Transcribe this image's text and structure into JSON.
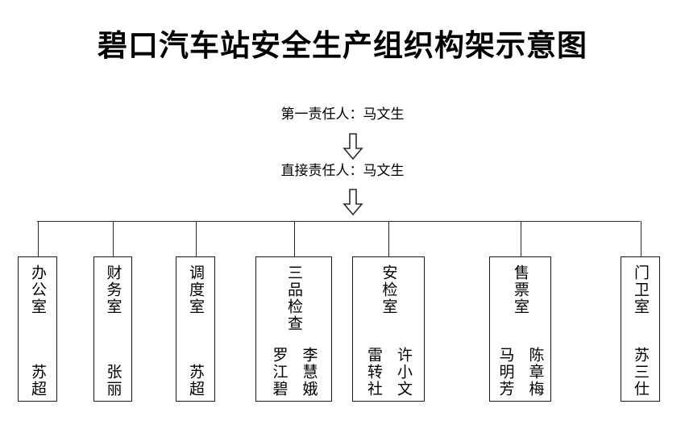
{
  "title": "碧口汽车站安全生产组织构架示意图",
  "responsibility": {
    "primary": "第一责任人：马文生",
    "direct": "直接责任人：马文生",
    "arrow_1": "down-arrow",
    "arrow_2": "down-arrow"
  },
  "departments": [
    {
      "name": "办公室",
      "names": [
        "苏超"
      ]
    },
    {
      "name": "财务室",
      "names": [
        "张丽"
      ]
    },
    {
      "name": "调度室",
      "names": [
        "苏超"
      ]
    },
    {
      "name": "三品检查",
      "names": [
        "李慧娥",
        "罗江碧"
      ]
    },
    {
      "name": "安检室",
      "names": [
        "许小文",
        "雷转社"
      ]
    },
    {
      "name": "售票室",
      "names": [
        "陈章梅",
        "马明芳"
      ]
    },
    {
      "name": "门卫室",
      "names": [
        "苏三仕"
      ]
    }
  ],
  "colors": {
    "line": "#2b2b2b",
    "border": "#1a1a1a",
    "text": "#000000",
    "background": "#ffffff"
  }
}
